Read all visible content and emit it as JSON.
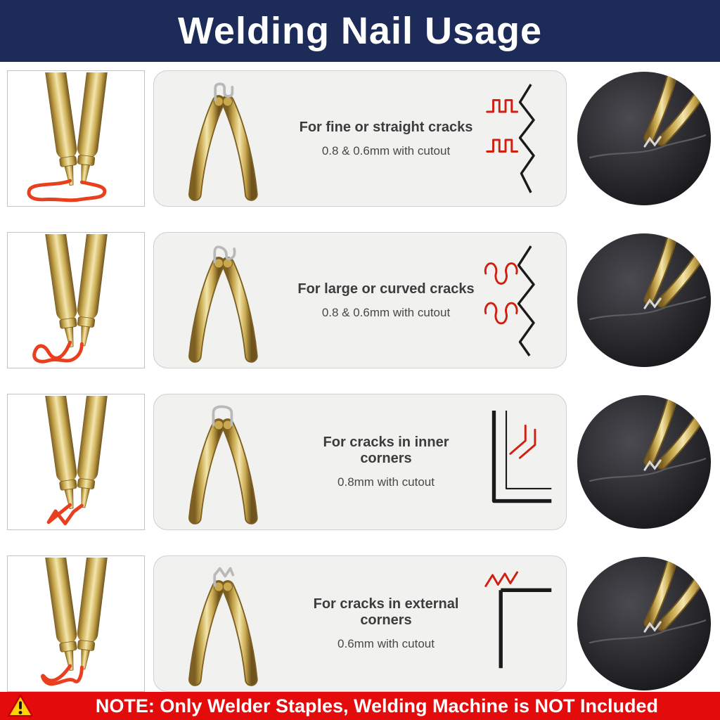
{
  "header": {
    "title": "Welding Nail Usage"
  },
  "rows": [
    {
      "title": "For fine or straight cracks",
      "subtitle": "0.8 & 0.6mm with cutout"
    },
    {
      "title": "For large or curved cracks",
      "subtitle": "0.8 & 0.6mm with cutout"
    },
    {
      "title": "For cracks in inner corners",
      "subtitle": "0.8mm with cutout"
    },
    {
      "title": "For cracks in external corners",
      "subtitle": "0.6mm with cutout"
    }
  ],
  "note": {
    "icon": "warning-triangle-icon",
    "text": "NOTE: Only Welder Staples, Welding Machine is NOT Included"
  },
  "colors": {
    "header_bg": "#1c2b57",
    "note_bg": "#e30b0b",
    "panel_bg": "#f1f1ef",
    "accent_red_wire": "#e8401f",
    "staple_red": "#d01f10",
    "staple_silver": "#b9b9b9",
    "crack_black": "#1a1a1a",
    "gold": "#c9a94f"
  }
}
